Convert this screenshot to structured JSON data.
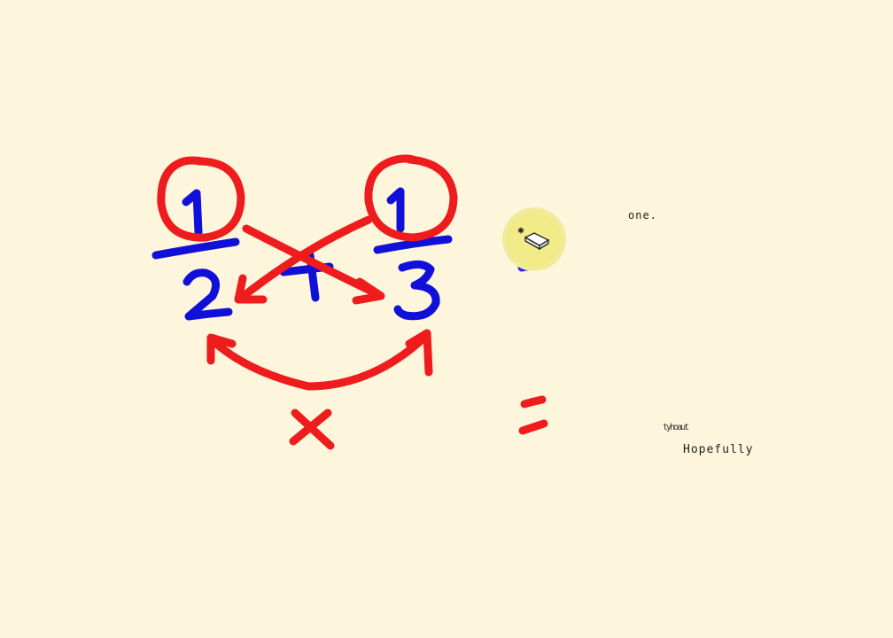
{
  "whiteboard": {
    "background_color": "#fdf6dc",
    "ink_colors": {
      "red": "#ee1c1c",
      "blue": "#1010d8"
    },
    "handwriting": {
      "left_fraction": {
        "numerator": "1",
        "denominator": "2"
      },
      "right_fraction": {
        "numerator": "1",
        "denominator": "3"
      },
      "operator": "+",
      "equals": "=",
      "multiply_symbol": "×"
    },
    "captions": {
      "one": "one.",
      "garbled": "tyhoaut",
      "hopefully": "Hopefully"
    },
    "cursor": {
      "tool": "eraser-icon"
    }
  }
}
